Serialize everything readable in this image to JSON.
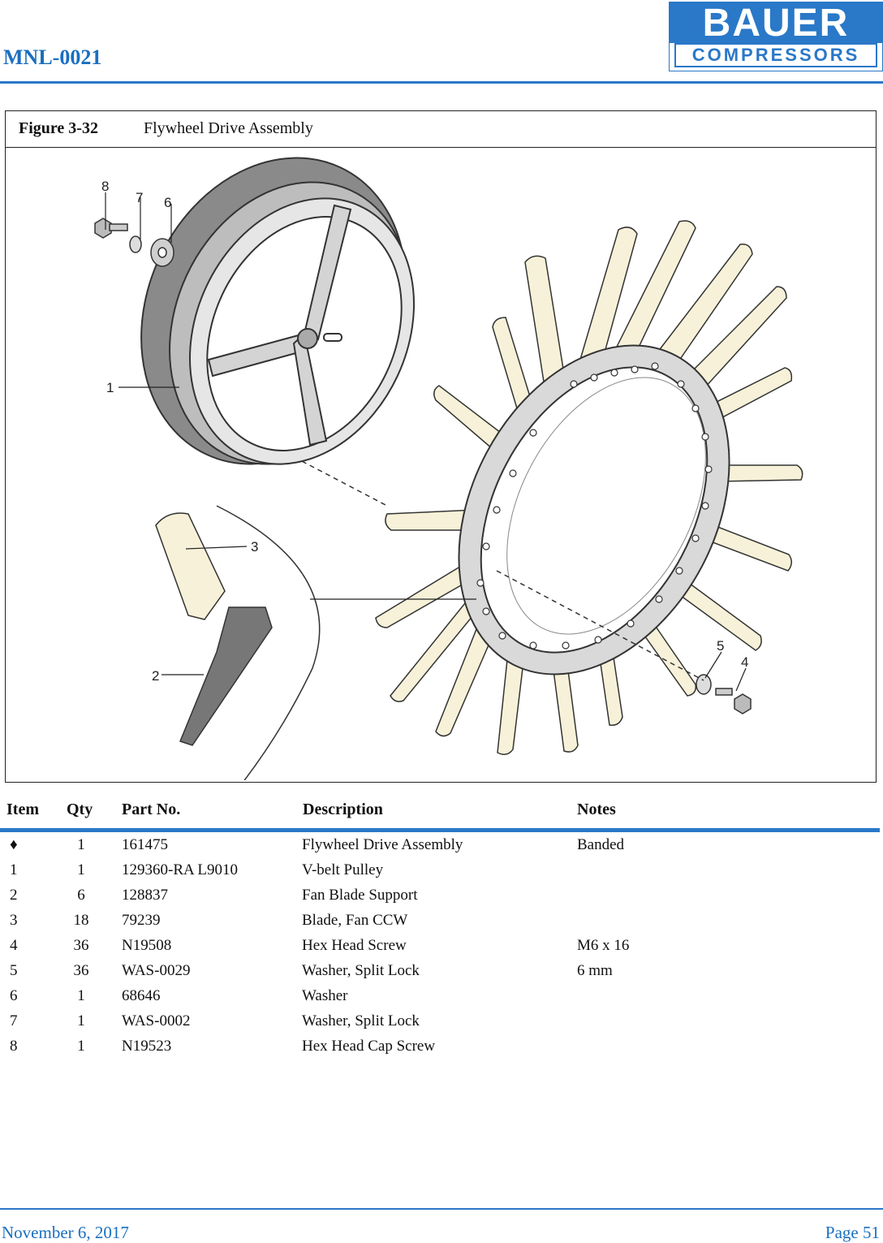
{
  "header": {
    "doc_id": "MNL-0021",
    "logo_top": "BAUER",
    "logo_bottom": "COMPRESSORS",
    "brand_color": "#2a78c8"
  },
  "figure": {
    "number": "Figure 3-32",
    "title": "Flywheel Drive Assembly",
    "callouts": [
      "1",
      "2",
      "3",
      "4",
      "5",
      "6",
      "7",
      "8"
    ]
  },
  "table": {
    "headers": {
      "item": "Item",
      "qty": "Qty",
      "part": "Part No.",
      "desc": "Description",
      "notes": "Notes"
    },
    "rows": [
      {
        "item": "♦",
        "qty": "1",
        "part": "161475",
        "desc": "Flywheel Drive Assembly",
        "notes": "Banded"
      },
      {
        "item": "1",
        "qty": "1",
        "part": "129360-RA L9010",
        "desc": "V-belt Pulley",
        "notes": ""
      },
      {
        "item": "2",
        "qty": "6",
        "part": "128837",
        "desc": "Fan Blade Support",
        "notes": ""
      },
      {
        "item": "3",
        "qty": "18",
        "part": "79239",
        "desc": "Blade, Fan CCW",
        "notes": ""
      },
      {
        "item": "4",
        "qty": "36",
        "part": "N19508",
        "desc": "Hex Head Screw",
        "notes": "M6 x 16"
      },
      {
        "item": "5",
        "qty": "36",
        "part": "WAS-0029",
        "desc": "Washer, Split Lock",
        "notes": "6 mm"
      },
      {
        "item": "6",
        "qty": "1",
        "part": "68646",
        "desc": "Washer",
        "notes": ""
      },
      {
        "item": "7",
        "qty": "1",
        "part": "WAS-0002",
        "desc": "Washer, Split Lock",
        "notes": ""
      },
      {
        "item": "8",
        "qty": "1",
        "part": "N19523",
        "desc": "Hex Head Cap Screw",
        "notes": ""
      }
    ]
  },
  "footer": {
    "date": "November 6, 2017",
    "page": "Page 51"
  }
}
